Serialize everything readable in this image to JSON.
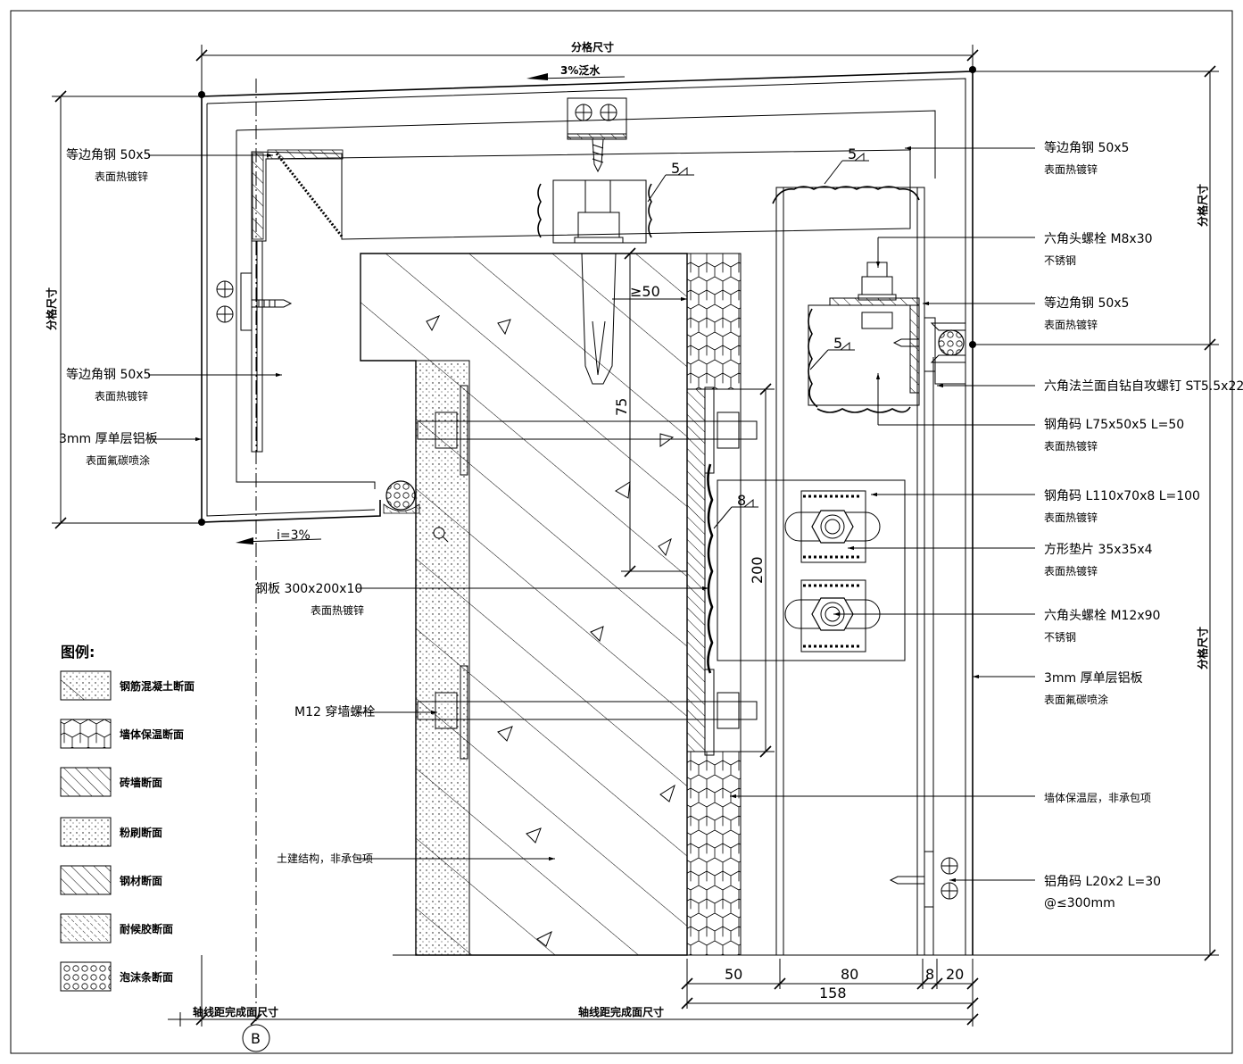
{
  "top": {
    "dimension_label": "分格尺寸",
    "slope_label": "3%泛水"
  },
  "left_side": {
    "dimension_label": "分格尺寸",
    "slope_label": "i=3%"
  },
  "right_side": {
    "dimension_label_upper": "分格尺寸",
    "dimension_label_lower": "分格尺寸"
  },
  "left_labels": [
    {
      "line1": "等边角钢 50x5",
      "line2": "表面热镀锌"
    },
    {
      "line1": "等边角钢 50x5",
      "line2": "表面热镀锌"
    },
    {
      "line1": "3mm 厚单层铝板",
      "line2": "表面氟碳喷涂"
    },
    {
      "line1": "钢板 300x200x10",
      "line2": "表面热镀锌"
    },
    {
      "line1": "M12 穿墙螺栓",
      "line2": ""
    },
    {
      "line1": "土建结构，非承包项",
      "line2": ""
    }
  ],
  "right_labels": [
    {
      "line1": "等边角钢 50x5",
      "line2": "表面热镀锌"
    },
    {
      "line1": "六角头螺栓 M8x30",
      "line2": "不锈钢"
    },
    {
      "line1": "等边角钢 50x5",
      "line2": "表面热镀锌"
    },
    {
      "line1": "六角法兰面自钻自攻螺钉 ST5.5x22",
      "line2": ""
    },
    {
      "line1": "钢角码 L75x50x5 L=50",
      "line2": "表面热镀锌"
    },
    {
      "line1": "钢角码 L110x70x8 L=100",
      "line2": "表面热镀锌"
    },
    {
      "line1": "方形垫片 35x35x4",
      "line2": "表面热镀锌"
    },
    {
      "line1": "六角头螺栓 M12x90",
      "line2": "不锈钢"
    },
    {
      "line1": "3mm 厚单层铝板",
      "line2": "表面氟碳喷涂"
    },
    {
      "line1": "墙体保温层，非承包项",
      "line2": ""
    },
    {
      "line1": "铝角码 L20x2 L=30",
      "line2": "@≤300mm"
    }
  ],
  "weld_labels": [
    "5",
    "5",
    "5",
    "8"
  ],
  "dimensions": {
    "d50_top": "≥50",
    "d75": "75",
    "d200": "200",
    "bottom": [
      "50",
      "80",
      "8",
      "20"
    ],
    "bottom_total": "158"
  },
  "bottom_labels": {
    "left": "轴线距完成面尺寸",
    "middle": "轴线距完成面尺寸",
    "axis": "B"
  },
  "legend": {
    "title": "图例:",
    "items": [
      {
        "label": "钢筋混凝土断面",
        "pattern": "concrete-hatch"
      },
      {
        "label": "墙体保温断面",
        "pattern": "hexagon-hatch"
      },
      {
        "label": "砖墙断面",
        "pattern": "diagonal-hatch"
      },
      {
        "label": "粉刷断面",
        "pattern": "dots-hatch"
      },
      {
        "label": "钢材断面",
        "pattern": "steel-hatch"
      },
      {
        "label": "耐候胶断面",
        "pattern": "sealant-hatch"
      },
      {
        "label": "泡沫条断面",
        "pattern": "foam-hatch"
      }
    ]
  },
  "colors": {
    "line": "#000000",
    "background": "#ffffff"
  }
}
